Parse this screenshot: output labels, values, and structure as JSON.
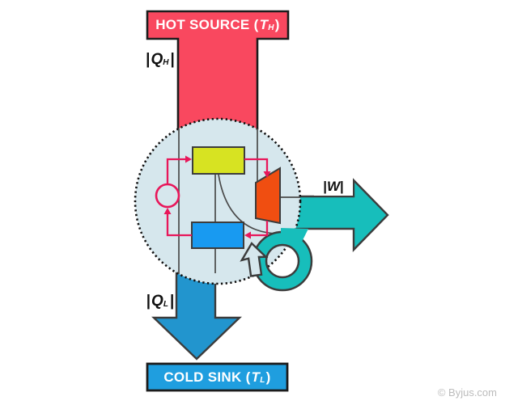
{
  "diagram": {
    "type": "heat-engine-energy-flow",
    "labels": {
      "hot_source": {
        "prefix": "HOT SOURCE (",
        "symbol": "T",
        "sub": "H",
        "suffix": ")"
      },
      "cold_sink": {
        "prefix": "COLD SINK (",
        "symbol": "T",
        "sub": "L",
        "suffix": ")"
      },
      "heat_in": {
        "open": "|",
        "symbol": "Q",
        "sub": "H",
        "close": "|"
      },
      "heat_out": {
        "open": "|",
        "symbol": "Q",
        "sub": "L",
        "close": "|"
      },
      "work": {
        "open": "|",
        "symbol": "W",
        "close": "|"
      },
      "credit": "© Byjus.com"
    },
    "colors": {
      "hot": "#F9485F",
      "cold_banner": "#1F9EDF",
      "heat_out_arrow": "#2295CE",
      "work": "#17BEBB",
      "boiler": "#D7E322",
      "condenser": "#189AF1",
      "turbine": "#F04E11",
      "cycle": "#E8175A",
      "engine_bg": "#D6E7ED",
      "outline": "#3C3C3C",
      "banner_border": "#1C1C1C"
    }
  }
}
